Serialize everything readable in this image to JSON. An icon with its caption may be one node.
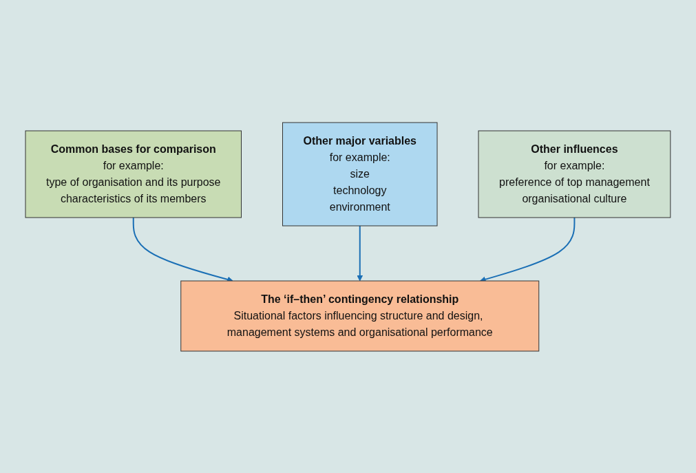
{
  "diagram": {
    "nodes": [
      {
        "text": [
          "Common bases for comparison",
          "for example:",
          "type of organisation and its purpose",
          "characteristics of its members"
        ]
      },
      {
        "text": [
          "Other major variables",
          "for example:",
          "size",
          "technology",
          "environment"
        ]
      },
      {
        "text": [
          "The ‘if–then’ contingency relationship",
          "Situational factors influencing structure and design, management systems and organisational performance"
        ]
      },
      {
        "text": [
          "Other influences",
          "for example:",
          "preference of top management",
          "organisational culture"
        ]
      }
    ],
    "edges": [
      {
        "from": 0,
        "to": 2,
        "arrow": "to"
      },
      {
        "from": 1,
        "to": 2,
        "arrow": "to"
      },
      {
        "from": 3,
        "to": 2,
        "arrow": "to"
      }
    ]
  }
}
